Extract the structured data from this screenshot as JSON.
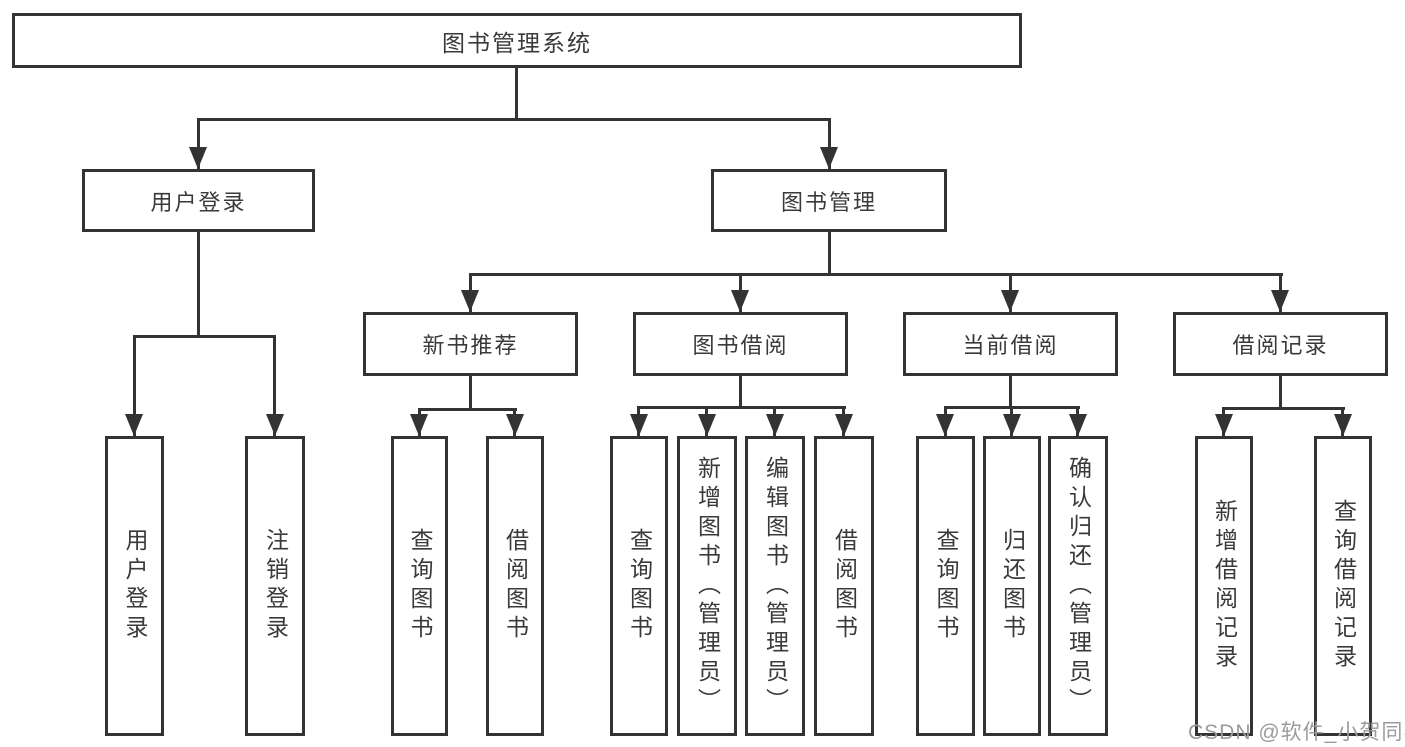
{
  "nodes": {
    "root": "图书管理系统",
    "level2": {
      "user_login": "用户登录",
      "book_mgmt": "图书管理"
    },
    "level3": {
      "new_books": "新书推荐",
      "book_borrow": "图书借阅",
      "current_borrow": "当前借阅",
      "borrow_records": "借阅记录"
    },
    "leaves": {
      "user_login": [
        "用户登录",
        "注销登录"
      ],
      "new_books": [
        "查询图书",
        "借阅图书"
      ],
      "book_borrow": [
        "查询图书",
        "新增图书（管理员）",
        "编辑图书（管理员）",
        "借阅图书"
      ],
      "current_borrow": [
        "查询图书",
        "归还图书",
        "确认归还（管理员）"
      ],
      "borrow_records": [
        "新增借阅记录",
        "查询借阅记录"
      ]
    }
  },
  "watermark": "CSDN @软件_小贺同学",
  "colors": {
    "line": "#333333",
    "text": "#3a3a3a",
    "watermark": "#9b9b9b",
    "background": "#ffffff"
  }
}
